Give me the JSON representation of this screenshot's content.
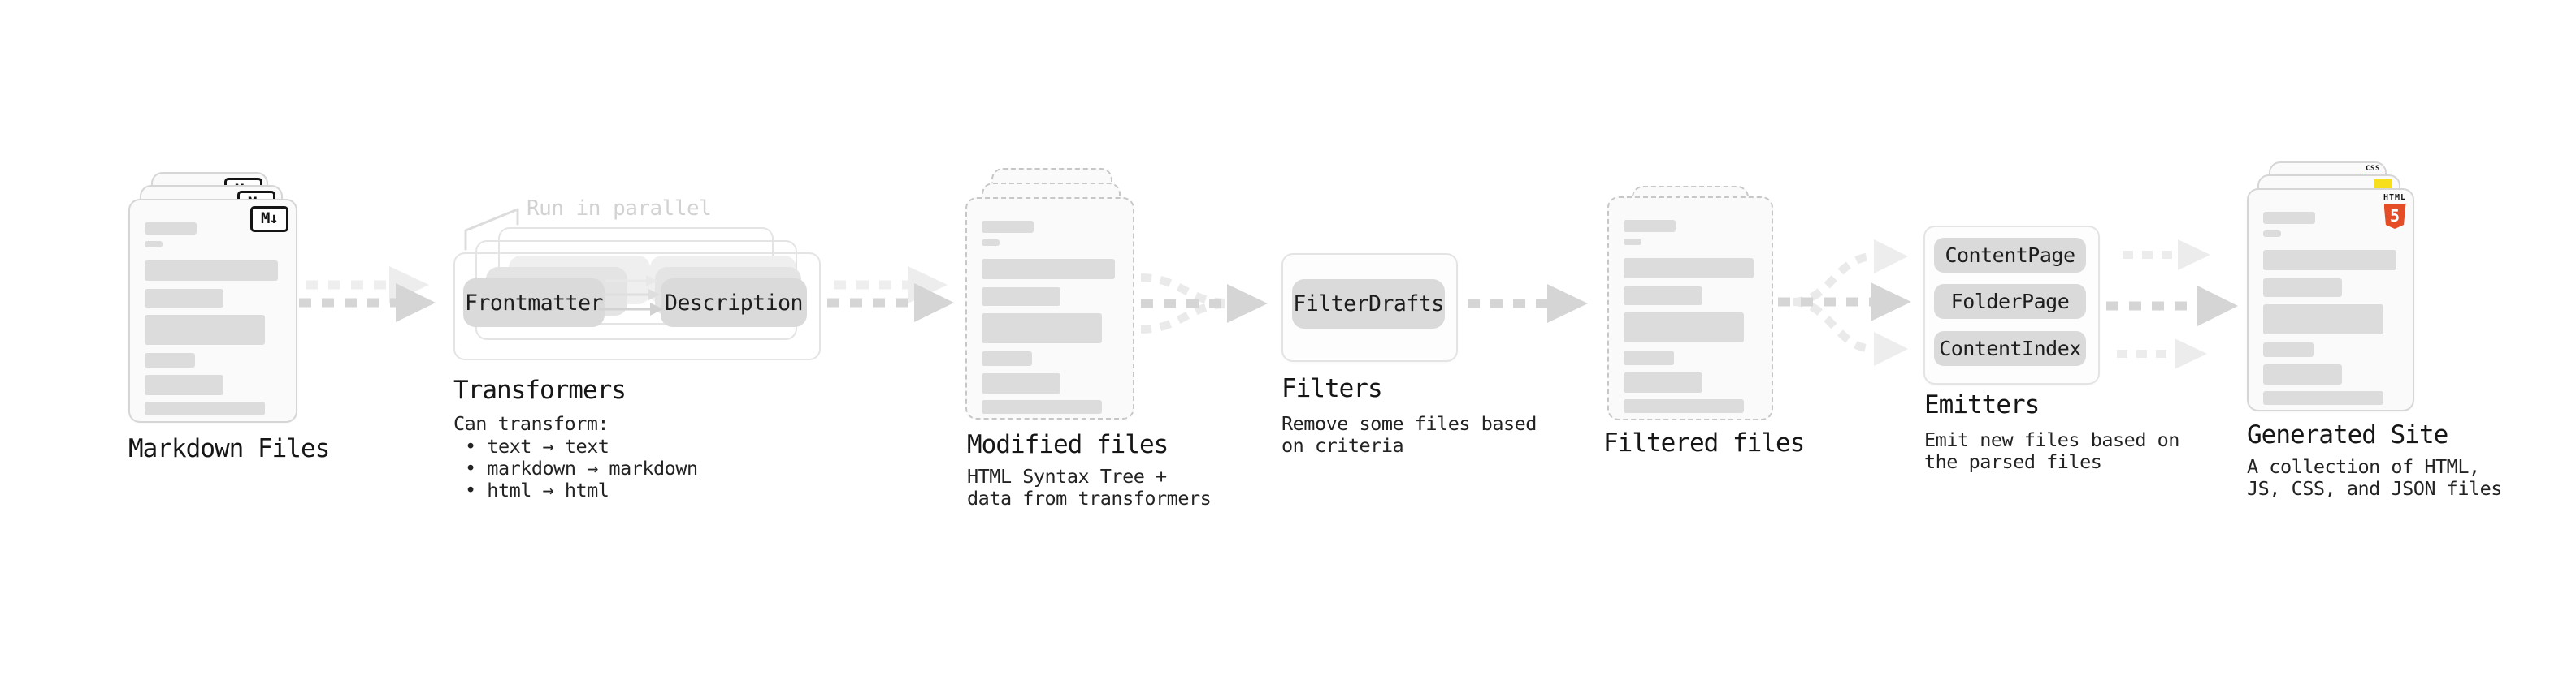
{
  "stages": {
    "markdown_files": {
      "title": "Markdown Files"
    },
    "transformers": {
      "title": "Transformers",
      "parallel_label": "Run in parallel",
      "pills": [
        "Frontmatter",
        "Description"
      ],
      "note_heading": "Can transform:",
      "bullets": [
        "• text → text",
        "• markdown → markdown",
        "• html → html"
      ]
    },
    "modified_files": {
      "title": "Modified files",
      "subtitle": [
        "HTML Syntax Tree +",
        "data from transformers"
      ]
    },
    "filters": {
      "title": "Filters",
      "pills": [
        "FilterDrafts"
      ],
      "subtitle": [
        "Remove some files based",
        "on criteria"
      ]
    },
    "filtered_files": {
      "title": "Filtered files"
    },
    "emitters": {
      "title": "Emitters",
      "pills": [
        "ContentPage",
        "FolderPage",
        "ContentIndex"
      ],
      "subtitle": [
        "Emit new files based on",
        "the parsed files"
      ]
    },
    "generated_site": {
      "title": "Generated Site",
      "subtitle": [
        "A collection of HTML,",
        "JS, CSS, and JSON files"
      ]
    }
  },
  "icons": {
    "markdown_badge": "M↓",
    "html5_badge": {
      "label": "HTML",
      "number": "5"
    },
    "css_badge": "CSS"
  },
  "colors": {
    "html5_orange": "#e44d26",
    "js_yellow": "#f7df1e",
    "css_blue": "#2965f1",
    "pill_gray": "#dadada",
    "card_bg": "#fafafa",
    "arrow_gray": "#d5d5d5",
    "arrow_ghost": "#ededed"
  }
}
